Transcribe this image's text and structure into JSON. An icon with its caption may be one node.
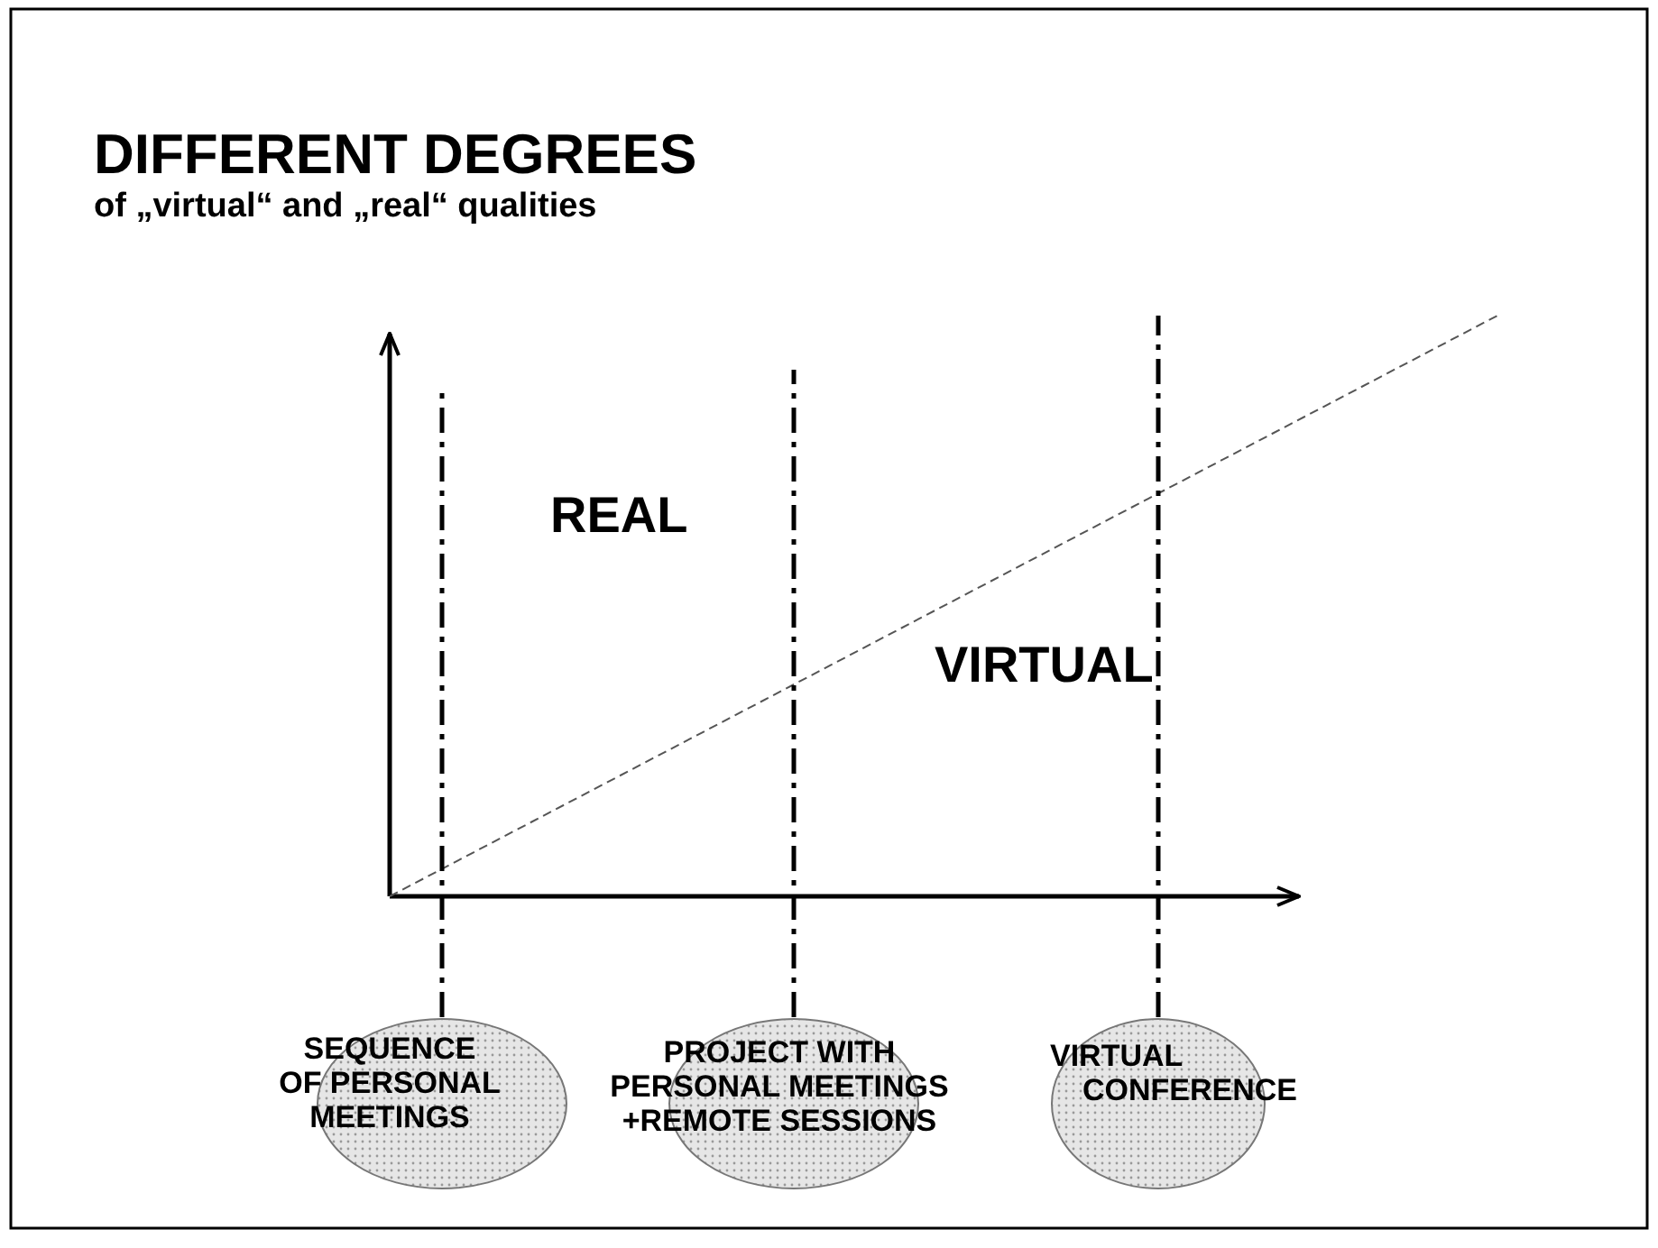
{
  "diagram": {
    "title": "DIFFERENT DEGREES",
    "nodes": [
      {
        "text": [
          "SEQUENCE OF PERSONAL MEETINGS"
        ]
      },
      {
        "text": [
          "PROJECT WITH PERSONAL MEETINGS +REMOTE SESSIONS"
        ]
      },
      {
        "text": [
          "VIRTUAL CONFERENCE"
        ]
      }
    ],
    "edges": [
      {
        "from": 0,
        "to": null,
        "arrow": "none",
        "style": "dashed"
      },
      {
        "from": 1,
        "to": null,
        "arrow": "none",
        "style": "dashed"
      },
      {
        "from": 2,
        "to": null,
        "arrow": "none",
        "style": "dashed"
      }
    ],
    "labels": [
      "of „virtual“ and „real“ qualities",
      "REAL",
      "VIRTUAL"
    ]
  }
}
